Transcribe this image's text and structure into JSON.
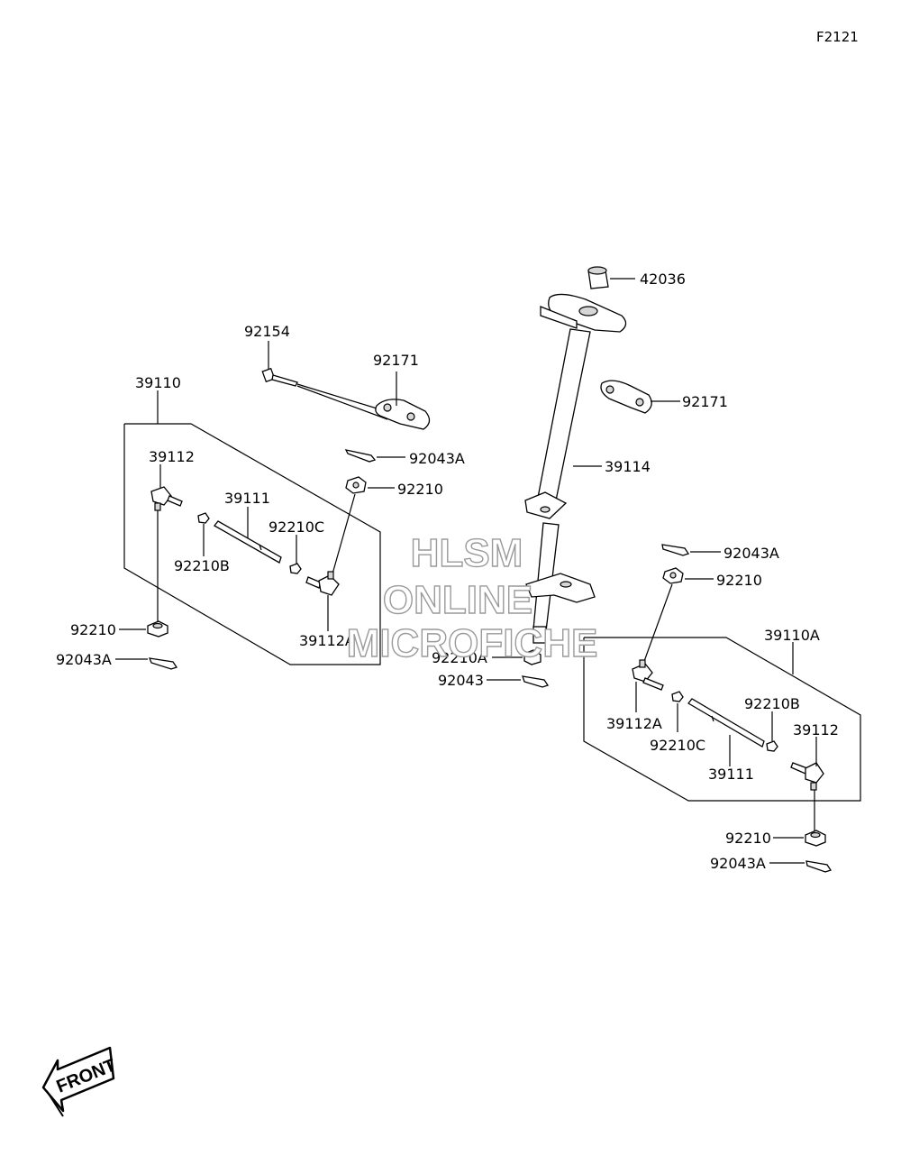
{
  "figure_code": "F2121",
  "watermark": [
    "HLSM",
    "ONLINE",
    "MICROFICHE"
  ],
  "front_label": "FRONT",
  "labels": {
    "p42036": "42036",
    "p92154": "92154",
    "p92171_left": "92171",
    "p92171_right": "92171",
    "p39114": "39114",
    "p39110": "39110",
    "p39110A": "39110A",
    "p92043A_top": "92043A",
    "p92210_top": "92210",
    "p39112_left": "39112",
    "p39111_left": "39111",
    "p92210C_left": "92210C",
    "p92210B_left": "92210B",
    "p39112A_left": "39112A",
    "p92210_left": "92210",
    "p92043A_left": "92043A",
    "p92210A": "92210A",
    "p92043": "92043",
    "p92043A_right": "92043A",
    "p92210_right": "92210",
    "p39112A_right": "39112A",
    "p92210B_right": "92210B",
    "p92210C_right": "92210C",
    "p39112_right": "39112",
    "p39111_right": "39111",
    "p92210_bottom": "92210",
    "p92043A_bottom": "92043A"
  }
}
